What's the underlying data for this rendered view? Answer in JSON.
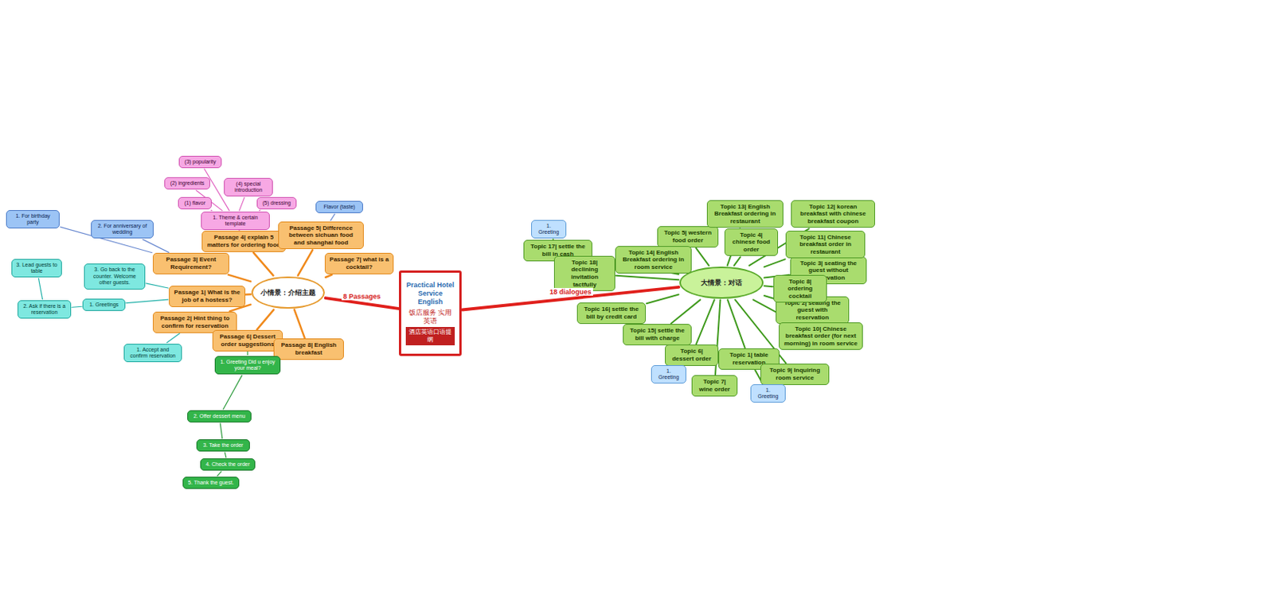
{
  "diagram": {
    "nodes": [
      {
        "text": [
          "Practical Hotel Service English",
          "饭店服务 实用英语",
          "酒店英语口语提纲"
        ]
      },
      {
        "text": [
          "小情景：介绍主题"
        ]
      },
      {
        "text": [
          "大情景：对话"
        ]
      },
      {
        "text": [
          "Passage 1| What is the job of a hostess?"
        ]
      },
      {
        "text": [
          "Passage 2| Hint thing to confirm for reservation"
        ]
      },
      {
        "text": [
          "Passage 3| Event Requirement?"
        ]
      },
      {
        "text": [
          "Passage 4| explain 5 matters for ordering food"
        ]
      },
      {
        "text": [
          "Passage 5| Difference between sichuan food and shanghai food"
        ]
      },
      {
        "text": [
          "Passage 6| Dessert order suggestions"
        ]
      },
      {
        "text": [
          "Passage 7| what is a cocktail?"
        ]
      },
      {
        "text": [
          "Passage 8| English breakfast"
        ]
      },
      {
        "text": [
          "Topic 1| table reservation"
        ]
      },
      {
        "text": [
          "Topic 2| seating the guest with reservation"
        ]
      },
      {
        "text": [
          "Topic 3| seating the guest without reservation"
        ]
      },
      {
        "text": [
          "Topic 4| chinese food order"
        ]
      },
      {
        "text": [
          "Topic 5| western food order"
        ]
      },
      {
        "text": [
          "Topic 6| dessert order"
        ]
      },
      {
        "text": [
          "Topic 7| wine order"
        ]
      },
      {
        "text": [
          "Topic 8| ordering cocktail"
        ]
      },
      {
        "text": [
          "Topic 9| Inquiring room service"
        ]
      },
      {
        "text": [
          "Topic 10| Chinese breakfast order (for next morning) in room service"
        ]
      },
      {
        "text": [
          "Topic 11| Chinese breakfast order in restaurant"
        ]
      },
      {
        "text": [
          "Topic 12| korean breakfast with chinese breakfast coupon"
        ]
      },
      {
        "text": [
          "Topic 13| English Breakfast ordering in restaurant"
        ]
      },
      {
        "text": [
          "Topic 14| English Breakfast ordering in room service"
        ]
      },
      {
        "text": [
          "Topic 15| settle the bill with charge"
        ]
      },
      {
        "text": [
          "Topic 16| settle the bill by credit card"
        ]
      },
      {
        "text": [
          "Topic 17| settle the bill in cash"
        ]
      },
      {
        "text": [
          "Topic 18| declining invitation tactfully"
        ]
      },
      {
        "text": [
          "1. Greetings"
        ]
      },
      {
        "text": [
          "2. Ask if there is a reservation"
        ]
      },
      {
        "text": [
          "3. Lead guests to table"
        ]
      },
      {
        "text": [
          "1. Accept and confirm reservation"
        ]
      },
      {
        "text": [
          "1. For birthday party"
        ]
      },
      {
        "text": [
          "2. For anniversary of wedding"
        ]
      },
      {
        "text": [
          "3. Go back to the counter. Welcome other guests."
        ]
      },
      {
        "text": [
          "1. Theme & certain template"
        ]
      },
      {
        "text": [
          "(1) flavor"
        ]
      },
      {
        "text": [
          "(2) ingredients"
        ]
      },
      {
        "text": [
          "(3) popularity"
        ]
      },
      {
        "text": [
          "(4) special introduction"
        ]
      },
      {
        "text": [
          "(5) dressing"
        ]
      },
      {
        "text": [
          "Flavor (taste)"
        ]
      },
      {
        "text": [
          "1. Greeting Did u enjoy your meal?"
        ]
      },
      {
        "text": [
          "2. Offer dessert menu"
        ]
      },
      {
        "text": [
          "3. Take the order"
        ]
      },
      {
        "text": [
          "4. Check the order"
        ]
      },
      {
        "text": [
          "5. Thank the guest."
        ]
      },
      {
        "text": [
          "1. Greeting"
        ]
      },
      {
        "text": [
          "1. Greeting"
        ]
      },
      {
        "text": [
          "1. Greeting"
        ]
      }
    ],
    "edges": [
      {
        "from": 0,
        "to": 1,
        "label": "8 Passages",
        "arrow": "none"
      },
      {
        "from": 0,
        "to": 2,
        "label": "18 dialogues",
        "arrow": "none"
      },
      {
        "from": 1,
        "to": 3,
        "arrow": "none"
      },
      {
        "from": 1,
        "to": 4,
        "arrow": "none"
      },
      {
        "from": 1,
        "to": 5,
        "arrow": "none"
      },
      {
        "from": 1,
        "to": 6,
        "arrow": "none"
      },
      {
        "from": 1,
        "to": 7,
        "arrow": "none"
      },
      {
        "from": 1,
        "to": 8,
        "arrow": "none"
      },
      {
        "from": 1,
        "to": 9,
        "arrow": "none"
      },
      {
        "from": 1,
        "to": 10,
        "arrow": "none"
      },
      {
        "from": 2,
        "to": 11,
        "arrow": "none"
      },
      {
        "from": 2,
        "to": 12,
        "arrow": "none"
      },
      {
        "from": 2,
        "to": 13,
        "arrow": "none"
      },
      {
        "from": 2,
        "to": 14,
        "arrow": "none"
      },
      {
        "from": 2,
        "to": 15,
        "arrow": "none"
      },
      {
        "from": 2,
        "to": 16,
        "arrow": "none"
      },
      {
        "from": 2,
        "to": 17,
        "arrow": "none"
      },
      {
        "from": 2,
        "to": 18,
        "arrow": "none"
      },
      {
        "from": 2,
        "to": 19,
        "arrow": "none"
      },
      {
        "from": 2,
        "to": 20,
        "arrow": "none"
      },
      {
        "from": 2,
        "to": 21,
        "arrow": "none"
      },
      {
        "from": 2,
        "to": 22,
        "arrow": "none"
      },
      {
        "from": 2,
        "to": 23,
        "arrow": "none"
      },
      {
        "from": 2,
        "to": 24,
        "arrow": "none"
      },
      {
        "from": 2,
        "to": 25,
        "arrow": "none"
      },
      {
        "from": 2,
        "to": 26,
        "arrow": "none"
      },
      {
        "from": 2,
        "to": 27,
        "arrow": "none"
      },
      {
        "from": 2,
        "to": 28,
        "arrow": "none"
      },
      {
        "from": 3,
        "to": 29,
        "arrow": "none"
      },
      {
        "from": 29,
        "to": 30,
        "arrow": "none"
      },
      {
        "from": 30,
        "to": 31,
        "arrow": "none"
      },
      {
        "from": 4,
        "to": 32,
        "arrow": "none"
      },
      {
        "from": 5,
        "to": 33,
        "arrow": "none"
      },
      {
        "from": 5,
        "to": 34,
        "arrow": "none"
      },
      {
        "from": 3,
        "to": 35,
        "arrow": "none"
      },
      {
        "from": 6,
        "to": 36,
        "arrow": "none"
      },
      {
        "from": 36,
        "to": 37,
        "arrow": "none"
      },
      {
        "from": 36,
        "to": 38,
        "arrow": "none"
      },
      {
        "from": 36,
        "to": 39,
        "arrow": "none"
      },
      {
        "from": 36,
        "to": 40,
        "arrow": "none"
      },
      {
        "from": 36,
        "to": 41,
        "arrow": "none"
      },
      {
        "from": 7,
        "to": 42,
        "arrow": "none"
      },
      {
        "from": 8,
        "to": 43,
        "arrow": "none"
      },
      {
        "from": 43,
        "to": 44,
        "arrow": "none"
      },
      {
        "from": 44,
        "to": 45,
        "arrow": "none"
      },
      {
        "from": 45,
        "to": 46,
        "arrow": "none"
      },
      {
        "from": 46,
        "to": 47,
        "arrow": "none"
      },
      {
        "from": 27,
        "to": 48,
        "arrow": "none"
      },
      {
        "from": 11,
        "to": 49,
        "arrow": "none"
      },
      {
        "from": 16,
        "to": 50,
        "arrow": "none"
      }
    ]
  }
}
